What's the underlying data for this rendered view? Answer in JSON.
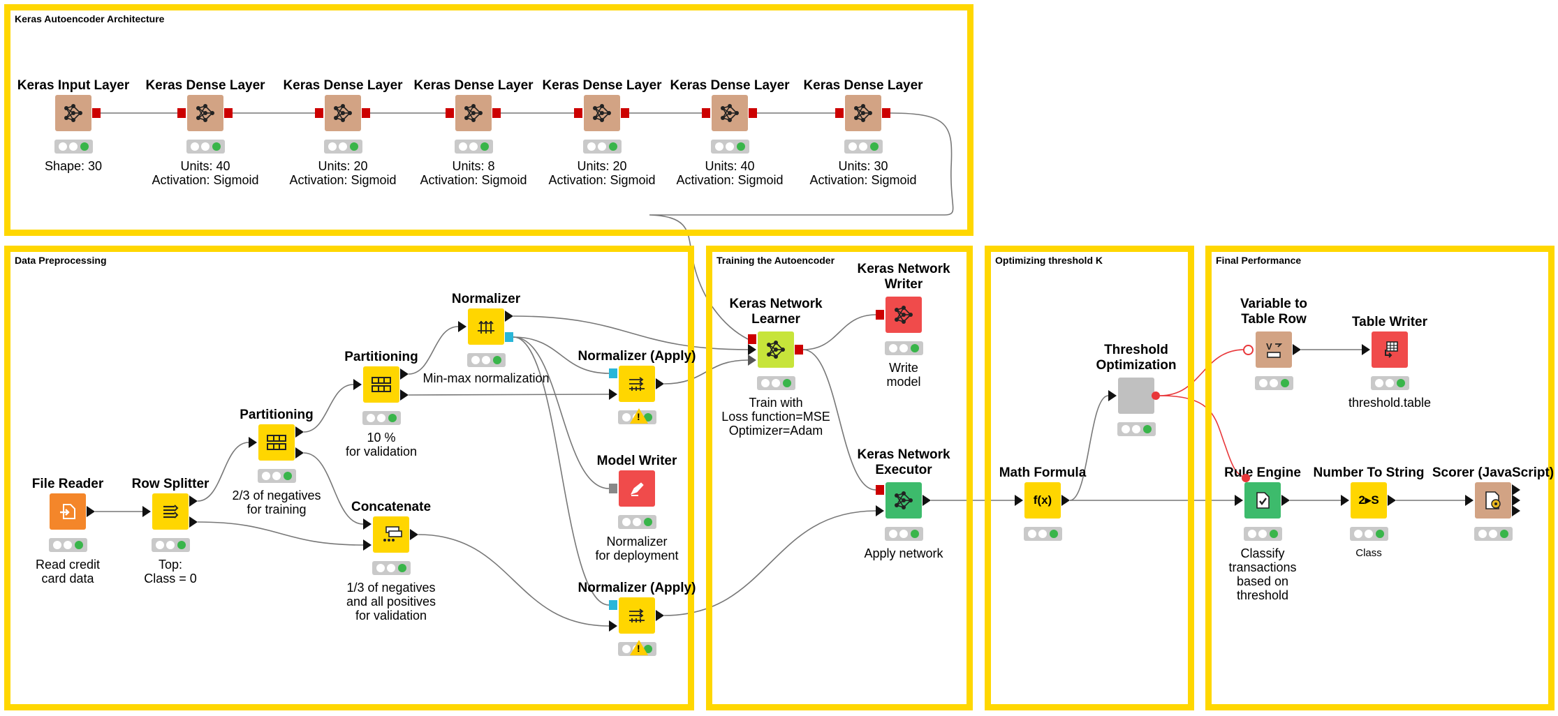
{
  "annotations": {
    "arch": "Keras Autoencoder Architecture",
    "prep": "Data Preprocessing",
    "train": "Training the Autoencoder",
    "opt": "Optimizing threshold K",
    "perf": "Final Performance"
  },
  "nodes": {
    "input": {
      "title": "Keras Input Layer",
      "desc": "Shape: 30",
      "icon": "neural-net-icon"
    },
    "dense1": {
      "title": "Keras Dense Layer",
      "desc": "Units: 40\nActivation: Sigmoid",
      "icon": "neural-net-icon"
    },
    "dense2": {
      "title": "Keras Dense Layer",
      "desc": "Units: 20\nActivation: Sigmoid",
      "icon": "neural-net-icon"
    },
    "dense3": {
      "title": "Keras Dense Layer",
      "desc": "Units: 8\nActivation: Sigmoid",
      "icon": "neural-net-icon"
    },
    "dense4": {
      "title": "Keras Dense Layer",
      "desc": "Units: 20\nActivation: Sigmoid",
      "icon": "neural-net-icon"
    },
    "dense5": {
      "title": "Keras Dense Layer",
      "desc": "Units: 40\nActivation: Sigmoid",
      "icon": "neural-net-icon"
    },
    "dense6": {
      "title": "Keras Dense Layer",
      "desc": "Units: 30\nActivation: Sigmoid",
      "icon": "neural-net-icon"
    },
    "filereader": {
      "title": "File Reader",
      "desc": "Read credit\ncard data",
      "icon": "file-read-icon"
    },
    "rowsplitter": {
      "title": "Row Splitter",
      "desc": "Top:\nClass = 0",
      "icon": "row-split-icon"
    },
    "part1": {
      "title": "Partitioning",
      "desc": "2/3 of negatives\nfor training",
      "icon": "table-icon"
    },
    "part2": {
      "title": "Partitioning",
      "desc": "10 %\nfor validation",
      "icon": "table-icon"
    },
    "normalizer": {
      "title": "Normalizer",
      "desc": "Min-max normalization",
      "icon": "normalize-icon"
    },
    "concat": {
      "title": "Concatenate",
      "desc": "1/3 of negatives\nand all positives\nfor validation",
      "icon": "concatenate-icon"
    },
    "normapply1": {
      "title": "Normalizer (Apply)",
      "desc": "",
      "icon": "normalize-apply-icon"
    },
    "modelwriter": {
      "title": "Model Writer",
      "desc": "Normalizer\nfor deployment",
      "icon": "write-icon"
    },
    "normapply2": {
      "title": "Normalizer (Apply)",
      "desc": "",
      "icon": "normalize-apply-icon"
    },
    "learner": {
      "title": "Keras Network\nLearner",
      "desc": "Train with\nLoss function=MSE\nOptimizer=Adam",
      "icon": "neural-net-icon"
    },
    "netwriter": {
      "title": "Keras Network\nWriter",
      "desc": "Write\nmodel",
      "icon": "neural-net-icon"
    },
    "executor": {
      "title": "Keras Network\nExecutor",
      "desc": "Apply network",
      "icon": "neural-net-icon"
    },
    "mathformula": {
      "title": "Math Formula",
      "desc": "",
      "icon": "fx-icon",
      "label": "f(x)"
    },
    "thresholdopt": {
      "title": "Threshold\nOptimization",
      "desc": "",
      "icon": ""
    },
    "var2row": {
      "title": "Variable to\nTable Row",
      "desc": "",
      "icon": "variable-icon",
      "label": "V"
    },
    "tablewriter": {
      "title": "Table Writer",
      "desc": "threshold.table",
      "icon": "table-write-icon"
    },
    "ruleengine": {
      "title": "Rule Engine",
      "desc": "Classify\ntransactions\nbased on\nthreshold",
      "icon": "check-icon"
    },
    "num2str": {
      "title": "Number To String",
      "desc": "Class",
      "icon": "convert-icon",
      "label": "2▸S"
    },
    "scorer": {
      "title": "Scorer (JavaScript)",
      "desc": "",
      "icon": "scorer-icon"
    }
  },
  "colors": {
    "annotation_border": "#ffd700",
    "keras_layer": "#d2a384",
    "manipulator": "#ffd600",
    "learner": "#c7e43a",
    "sink": "#f04b4b",
    "predictor": "#3dbb6c",
    "source": "#f4862a",
    "other": "#c0c0c0",
    "keras_port": "#cc0000",
    "normalizer_port": "#29b6d8",
    "flow_variable": "#e8373a"
  }
}
